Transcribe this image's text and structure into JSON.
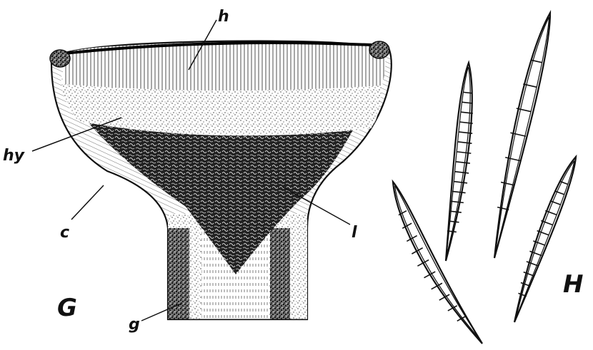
{
  "figure": {
    "labels": {
      "h": "h",
      "hy": "hy",
      "c": "c",
      "l": "l",
      "g": "g",
      "G": "G",
      "H": "H"
    },
    "spores": {
      "count": 4,
      "septa_counts": [
        10,
        15,
        7,
        12
      ]
    }
  }
}
